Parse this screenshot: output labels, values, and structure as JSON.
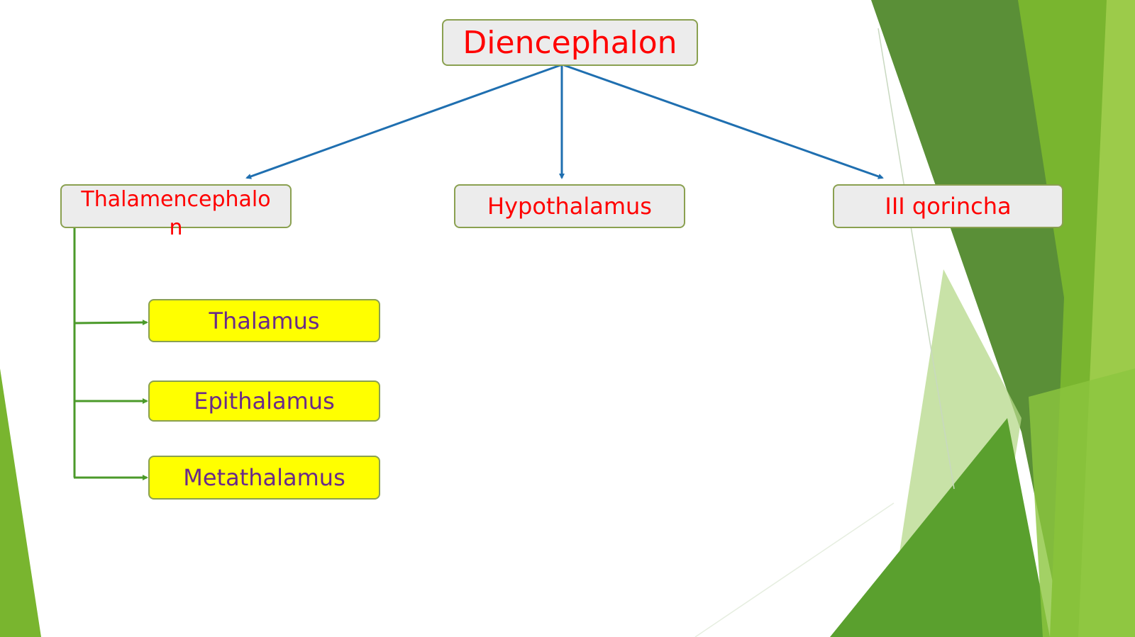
{
  "diagram": {
    "root": {
      "label": "Diencephalon"
    },
    "level1": [
      {
        "label": "Thalamencephalon"
      },
      {
        "label": "Hypothalamus"
      },
      {
        "label": "III qorincha"
      }
    ],
    "level2": [
      {
        "label": "Thalamus"
      },
      {
        "label": "Epithalamus"
      },
      {
        "label": "Metathalamus"
      }
    ]
  },
  "colors": {
    "root_text": "#ff0000",
    "level1_text": "#ff0000",
    "level2_text": "#6a2a8a",
    "level2_fill": "#ffff00",
    "gray_fill": "#ececec",
    "box_border": "#8aa050",
    "arrow_blue": "#1f6fb0",
    "connector_green": "#4b9a2a",
    "accent_green": "#7ab32e"
  }
}
